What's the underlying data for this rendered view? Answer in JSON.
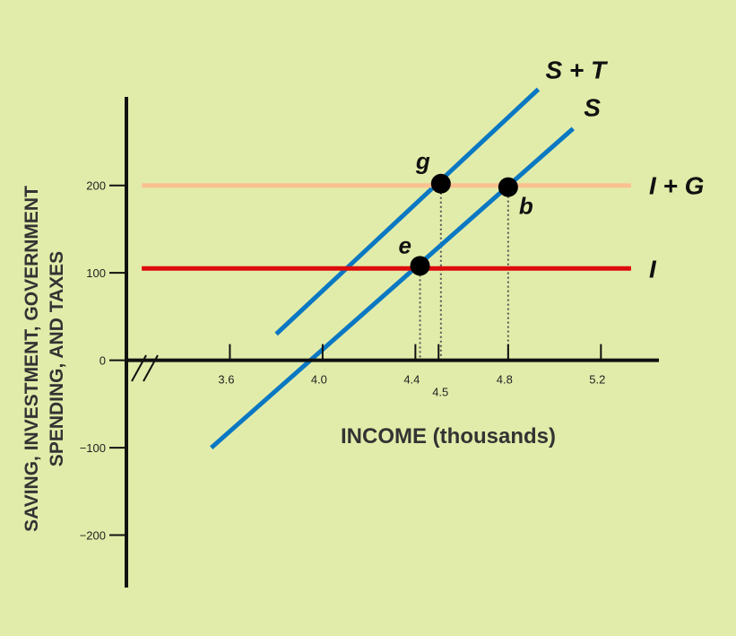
{
  "chart_data": {
    "type": "line",
    "xlabel": "INCOME (thousands)",
    "ylabel_lines": [
      "SAVING, INVESTMENT, GOVERNMENT",
      "SPENDING, AND TAXES"
    ],
    "xlim": [
      3.15,
      5.45
    ],
    "ylim": [
      -260,
      330
    ],
    "x_ticks": [
      {
        "value": 3.6,
        "label": "3.6"
      },
      {
        "value": 4.0,
        "label": "4.0"
      },
      {
        "value": 4.4,
        "label": "4.4"
      },
      {
        "value": 4.5,
        "label": "4.5"
      },
      {
        "value": 4.8,
        "label": "4.8"
      },
      {
        "value": 5.2,
        "label": "5.2"
      }
    ],
    "y_ticks": [
      {
        "value": 200,
        "label": "200"
      },
      {
        "value": 100,
        "label": "100"
      },
      {
        "value": 0,
        "label": "0"
      },
      {
        "value": -100,
        "label": "−100"
      },
      {
        "value": -200,
        "label": "−200"
      }
    ],
    "axis_break": true,
    "series": [
      {
        "name": "S + T",
        "color": "#0a78c2",
        "x": [
          3.8,
          4.93
        ],
        "y": [
          30,
          310
        ]
      },
      {
        "name": "S",
        "color": "#0a78c2",
        "x": [
          3.52,
          5.08
        ],
        "y": [
          -100,
          265
        ]
      },
      {
        "name": "I + G",
        "color": "#fbc090",
        "x": [
          3.22,
          5.33
        ],
        "y": [
          200,
          200
        ]
      },
      {
        "name": "I",
        "color": "#dd0b0b",
        "x": [
          3.22,
          5.33
        ],
        "y": [
          105,
          105
        ]
      }
    ],
    "points": [
      {
        "label": "g",
        "x": 4.51,
        "y": 202
      },
      {
        "label": "b",
        "x": 4.8,
        "y": 198
      },
      {
        "label": "e",
        "x": 4.42,
        "y": 108
      }
    ]
  }
}
